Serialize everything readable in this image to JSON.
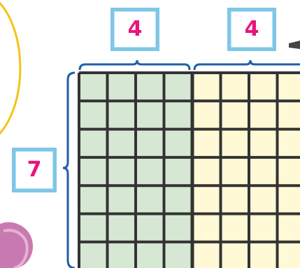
{
  "labels": {
    "top_left": "4",
    "top_right": "4",
    "left": "7"
  },
  "grid": {
    "rows": 7,
    "green_columns": 4,
    "yellow_columns_visible": 4
  },
  "colors": {
    "green_cell": "#d6e8d4",
    "yellow_cell": "#fff9d6",
    "grid_line": "#333333",
    "number_text": "#e8157a",
    "number_box_border": "#7fc7e6",
    "brace": "#1f5fa8",
    "decorative_circle": "#f3c417",
    "decorative_blob": "#c36aa8"
  }
}
